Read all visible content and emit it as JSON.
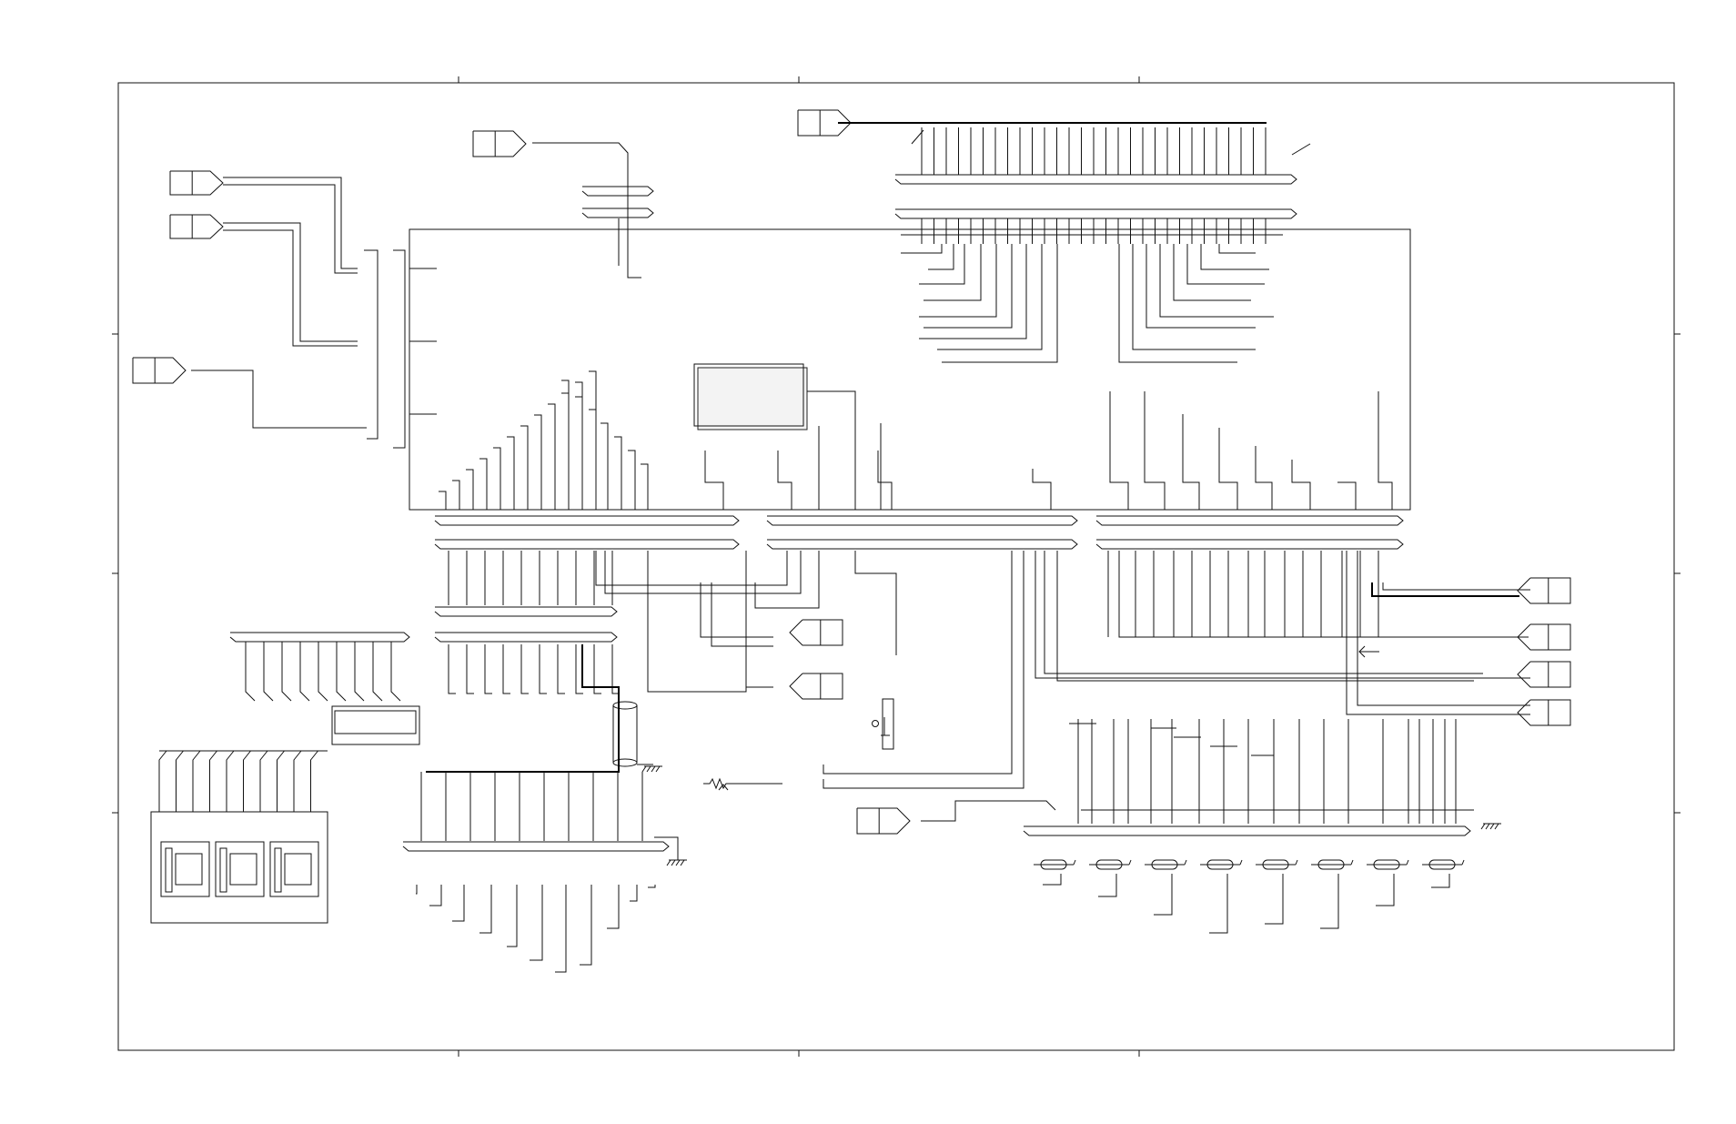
{
  "diagram": {
    "kind": "schematic",
    "stroke_color": "#111111",
    "background_color": "#ffffff",
    "elements": {
      "off_page_connectors": [
        "connector-top-left-1",
        "connector-top-left-2",
        "connector-left-mid",
        "connector-top-center",
        "connector-top-right",
        "connector-right-1",
        "connector-right-2",
        "connector-right-3",
        "connector-right-4",
        "connector-bottom-center",
        "connector-mid-1",
        "connector-mid-2"
      ],
      "components": [
        "main-ic",
        "small-module",
        "seven-segment-display",
        "dip-switch-array",
        "pushbutton-switch",
        "potentiometer",
        "ground-symbols",
        "resistor-array"
      ]
    }
  }
}
